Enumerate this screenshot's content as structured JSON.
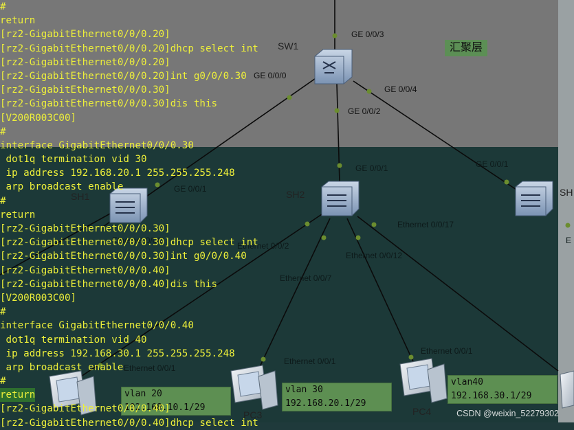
{
  "terminal": {
    "lines": [
      "#",
      "return",
      "[rz2-GigabitEthernet0/0/0.20]",
      "[rz2-GigabitEthernet0/0/0.20]dhcp select int",
      "[rz2-GigabitEthernet0/0/0.20]",
      "[rz2-GigabitEthernet0/0/0.20]int g0/0/0.30",
      "[rz2-GigabitEthernet0/0/0.30]",
      "[rz2-GigabitEthernet0/0/0.30]dis this",
      "[V200R003C00]",
      "#",
      "interface GigabitEthernet0/0/0.30",
      " dot1q termination vid 30",
      " ip address 192.168.20.1 255.255.255.248",
      " arp broadcast enable",
      "#",
      "return",
      "[rz2-GigabitEthernet0/0/0.30]",
      "[rz2-GigabitEthernet0/0/0.30]dhcp select int",
      "[rz2-GigabitEthernet0/0/0.30]int g0/0/0.40",
      "[rz2-GigabitEthernet0/0/0.40]",
      "[rz2-GigabitEthernet0/0/0.40]dis this",
      "[V200R003C00]",
      "#",
      "interface GigabitEthernet0/0/0.40",
      " dot1q termination vid 40",
      " ip address 192.168.30.1 255.255.255.248",
      " arp broadcast enable",
      "#",
      "return",
      "[rz2-GigabitEthernet0/0/0.40]",
      "[rz2-GigabitEthernet0/0/0.40]dhcp select int"
    ]
  },
  "topology": {
    "layer_label": "汇聚层",
    "devices": {
      "sw1": "SW1",
      "sh1": "SH1",
      "sh2": "SH2",
      "sh3": "SH",
      "pc3": "PC3",
      "pc4": "PC4"
    },
    "ports": {
      "sw1_up": "GE 0/0/3",
      "sw1_left": "GE 0/0/0",
      "sw1_down": "GE 0/0/2",
      "sw1_right": "GE 0/0/4",
      "sh1_up": "GE 0/0/1",
      "sh2_up": "GE 0/0/1",
      "sh3_up": "GE 0/0/1",
      "sh2_e2": "Ethernet 0/0/2",
      "sh2_e7": "Ethernet 0/0/7",
      "sh2_e12": "Ethernet 0/0/12",
      "sh2_e17": "Ethernet 0/0/17",
      "sh1_down": "Ethernet 0/0/2",
      "pc_left_e": "Ethernet 0/0/1",
      "pc3_e": "Ethernet 0/0/1",
      "pc4_e": "Ethernet 0/0/1",
      "sh3_side": "E"
    },
    "vlans": [
      {
        "name": "vlan 20",
        "ip": "192.168.10.1/29"
      },
      {
        "name": "vlan 30",
        "ip": "192.168.20.1/29"
      },
      {
        "name": "vlan40",
        "ip": "192.168.30.1/29"
      }
    ]
  },
  "watermark": "CSDN @weixin_52279302",
  "colors": {
    "terminal_text": "#eef03a",
    "top_bg": "#777777",
    "bottom_bg": "#1c3938",
    "vlan_box": "#5d8f52",
    "port_dot": "#6b8d2f"
  }
}
